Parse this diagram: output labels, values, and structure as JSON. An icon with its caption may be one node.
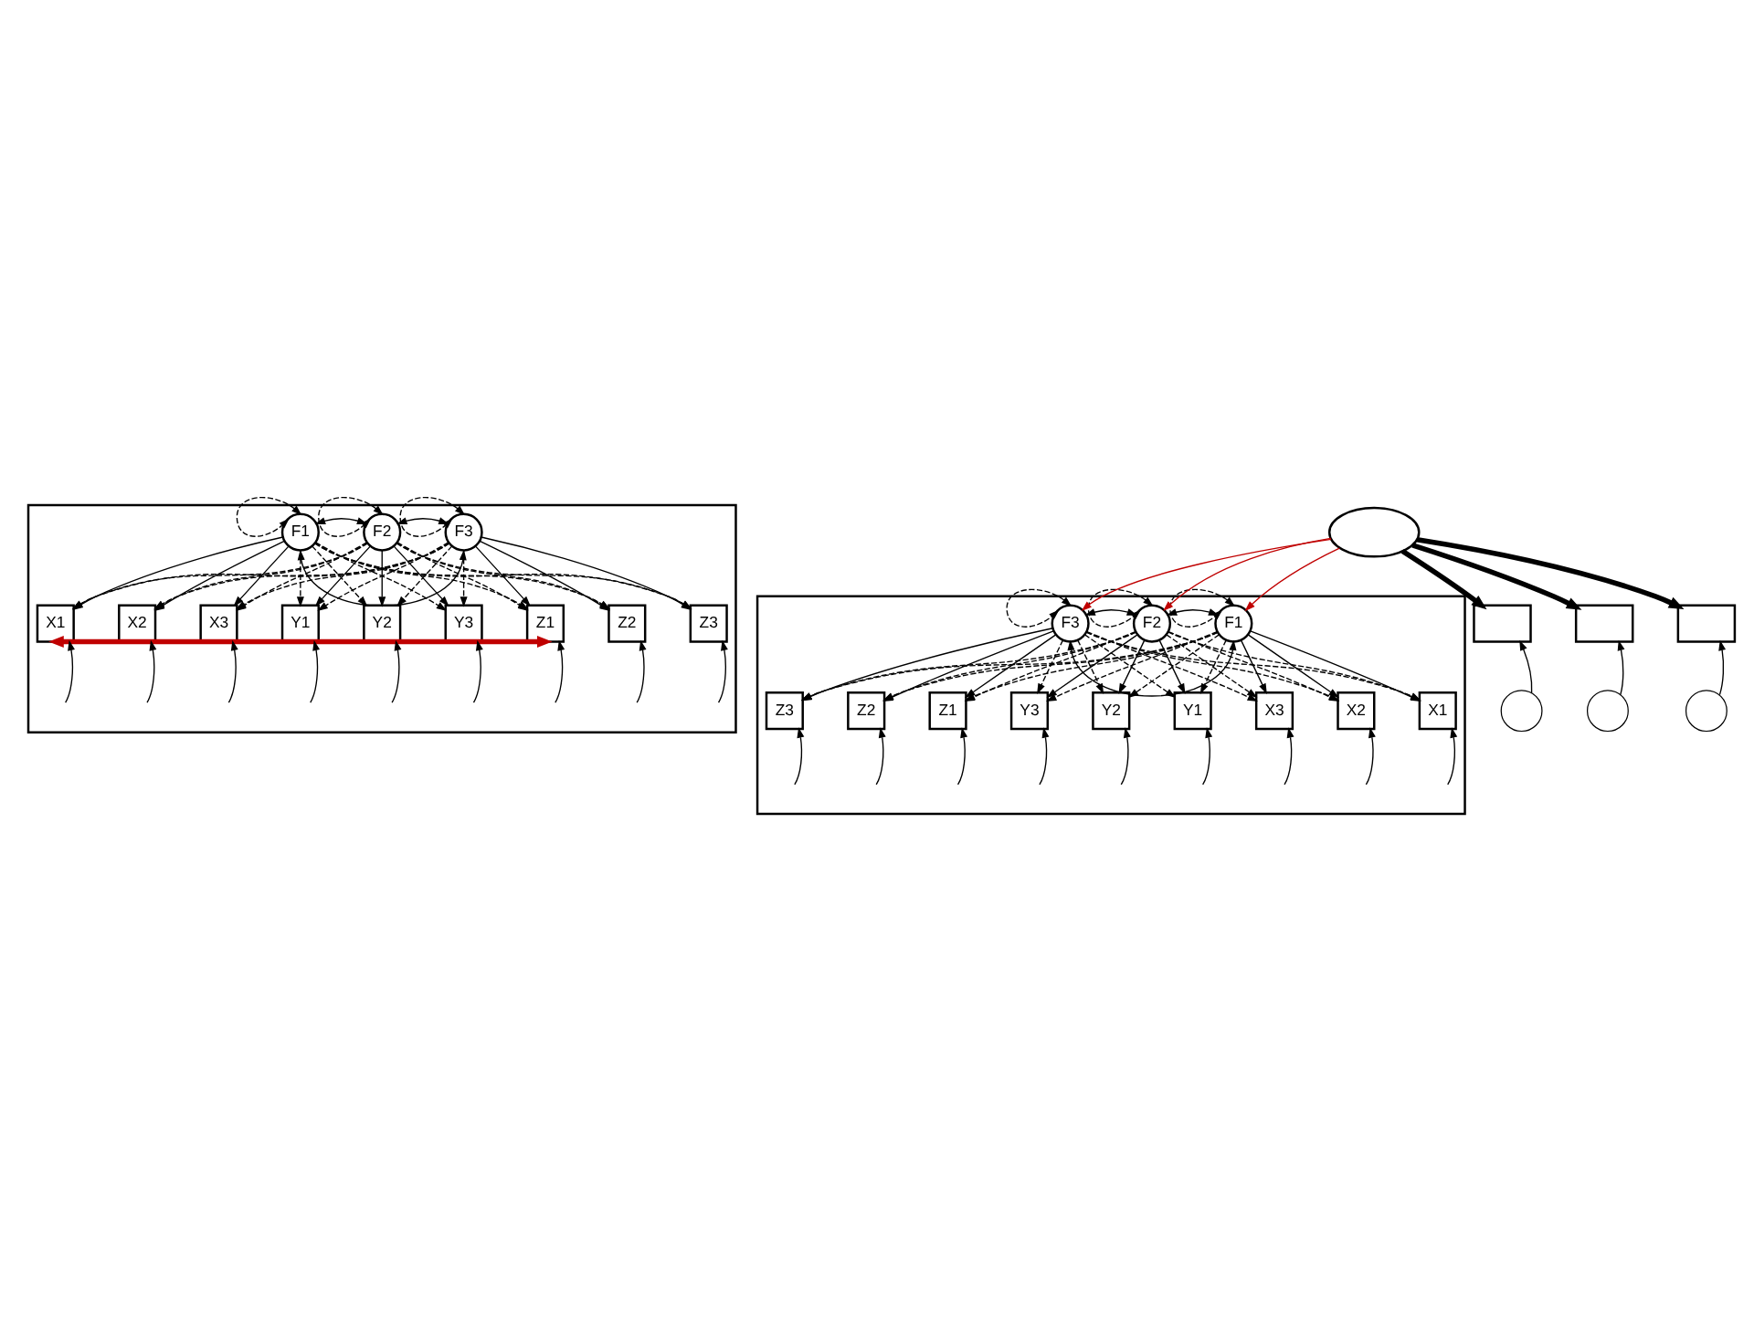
{
  "diagram": {
    "nodes": [
      {
        "text": [],
        "shape": "box"
      },
      {
        "text": [
          "F1"
        ],
        "in": 0
      },
      {
        "text": [
          "F2"
        ],
        "in": 0
      },
      {
        "text": [
          "F3"
        ],
        "in": 0
      },
      {
        "text": [
          "X1"
        ],
        "in": 0
      },
      {
        "text": [
          "X2"
        ],
        "in": 0
      },
      {
        "text": [
          "X3"
        ],
        "in": 0
      },
      {
        "text": [
          "Y1"
        ],
        "in": 0
      },
      {
        "text": [
          "Y2"
        ],
        "in": 0
      },
      {
        "text": [
          "Y3"
        ],
        "in": 0
      },
      {
        "text": [
          "Z1"
        ],
        "in": 0
      },
      {
        "text": [
          "Z2"
        ],
        "in": 0
      },
      {
        "text": [
          "Z3"
        ],
        "in": 0
      },
      {
        "text": [],
        "shape": "box"
      },
      {
        "text": [
          "F3"
        ],
        "in": 13
      },
      {
        "text": [
          "F2"
        ],
        "in": 13
      },
      {
        "text": [
          "F1"
        ],
        "in": 13
      },
      {
        "text": [
          "Z3"
        ],
        "in": 13
      },
      {
        "text": [
          "Z2"
        ],
        "in": 13
      },
      {
        "text": [
          "Z1"
        ],
        "in": 13
      },
      {
        "text": [
          "Y3"
        ],
        "in": 13
      },
      {
        "text": [
          "Y2"
        ],
        "in": 13
      },
      {
        "text": [
          "Y1"
        ],
        "in": 13
      },
      {
        "text": [
          "X3"
        ],
        "in": 13
      },
      {
        "text": [
          "X2"
        ],
        "in": 13
      },
      {
        "text": [
          "X1"
        ],
        "in": 13
      },
      {
        "text": [],
        "shape": "ellipse"
      },
      {
        "text": [],
        "shape": "box"
      },
      {
        "text": [],
        "shape": "box"
      },
      {
        "text": [],
        "shape": "box"
      },
      {
        "text": [],
        "shape": "circle"
      },
      {
        "text": [],
        "shape": "circle"
      },
      {
        "text": [],
        "shape": "circle"
      }
    ],
    "edges": [
      {
        "from": 1,
        "to": 1,
        "arrow": "both",
        "style": "dashed"
      },
      {
        "from": 2,
        "to": 2,
        "arrow": "both",
        "style": "dashed"
      },
      {
        "from": 3,
        "to": 3,
        "arrow": "both",
        "style": "dashed"
      },
      {
        "from": 1,
        "to": 2,
        "arrow": "both"
      },
      {
        "from": 2,
        "to": 3,
        "arrow": "both"
      },
      {
        "from": 1,
        "to": 3,
        "arrow": "both"
      },
      {
        "from": 1,
        "to": 4,
        "arrow": "to"
      },
      {
        "from": 1,
        "to": 5,
        "arrow": "to"
      },
      {
        "from": 1,
        "to": 6,
        "arrow": "to"
      },
      {
        "from": 1,
        "to": 7,
        "arrow": "to",
        "style": "dashed"
      },
      {
        "from": 1,
        "to": 8,
        "arrow": "to",
        "style": "dashed"
      },
      {
        "from": 1,
        "to": 9,
        "arrow": "to",
        "style": "dashed"
      },
      {
        "from": 1,
        "to": 10,
        "arrow": "to",
        "style": "dashed"
      },
      {
        "from": 1,
        "to": 11,
        "arrow": "to",
        "style": "dashed"
      },
      {
        "from": 1,
        "to": 12,
        "arrow": "to",
        "style": "dashed"
      },
      {
        "from": 2,
        "to": 4,
        "arrow": "to",
        "style": "dashed"
      },
      {
        "from": 2,
        "to": 5,
        "arrow": "to",
        "style": "dashed"
      },
      {
        "from": 2,
        "to": 6,
        "arrow": "to",
        "style": "dashed"
      },
      {
        "from": 2,
        "to": 7,
        "arrow": "to"
      },
      {
        "from": 2,
        "to": 8,
        "arrow": "to"
      },
      {
        "from": 2,
        "to": 9,
        "arrow": "to"
      },
      {
        "from": 2,
        "to": 10,
        "arrow": "to",
        "style": "dashed"
      },
      {
        "from": 2,
        "to": 11,
        "arrow": "to",
        "style": "dashed"
      },
      {
        "from": 2,
        "to": 12,
        "arrow": "to",
        "style": "dashed"
      },
      {
        "from": 3,
        "to": 4,
        "arrow": "to",
        "style": "dashed"
      },
      {
        "from": 3,
        "to": 5,
        "arrow": "to",
        "style": "dashed"
      },
      {
        "from": 3,
        "to": 6,
        "arrow": "to",
        "style": "dashed"
      },
      {
        "from": 3,
        "to": 7,
        "arrow": "to",
        "style": "dashed"
      },
      {
        "from": 3,
        "to": 8,
        "arrow": "to",
        "style": "dashed"
      },
      {
        "from": 3,
        "to": 9,
        "arrow": "to",
        "style": "dashed"
      },
      {
        "from": 3,
        "to": 10,
        "arrow": "to"
      },
      {
        "from": 3,
        "to": 11,
        "arrow": "to"
      },
      {
        "from": 3,
        "to": 12,
        "arrow": "to"
      },
      {
        "from": null,
        "to": 4,
        "arrow": "to"
      },
      {
        "from": null,
        "to": 5,
        "arrow": "to"
      },
      {
        "from": null,
        "to": 6,
        "arrow": "to"
      },
      {
        "from": null,
        "to": 7,
        "arrow": "to"
      },
      {
        "from": null,
        "to": 8,
        "arrow": "to"
      },
      {
        "from": null,
        "to": 9,
        "arrow": "to"
      },
      {
        "from": null,
        "to": 10,
        "arrow": "to"
      },
      {
        "from": null,
        "to": 11,
        "arrow": "to"
      },
      {
        "from": null,
        "to": 12,
        "arrow": "to"
      },
      {
        "from": 4,
        "to": 10,
        "arrow": "both",
        "style": "thick",
        "color": "#c00000"
      },
      {
        "from": 14,
        "to": 14,
        "arrow": "both",
        "style": "dashed"
      },
      {
        "from": 15,
        "to": 15,
        "arrow": "both",
        "style": "dashed"
      },
      {
        "from": 16,
        "to": 16,
        "arrow": "both",
        "style": "dashed"
      },
      {
        "from": 14,
        "to": 15,
        "arrow": "both"
      },
      {
        "from": 15,
        "to": 16,
        "arrow": "both"
      },
      {
        "from": 14,
        "to": 16,
        "arrow": "both"
      },
      {
        "from": 14,
        "to": 17,
        "arrow": "to"
      },
      {
        "from": 14,
        "to": 18,
        "arrow": "to"
      },
      {
        "from": 14,
        "to": 19,
        "arrow": "to"
      },
      {
        "from": 14,
        "to": 20,
        "arrow": "to",
        "style": "dashed"
      },
      {
        "from": 14,
        "to": 21,
        "arrow": "to",
        "style": "dashed"
      },
      {
        "from": 14,
        "to": 22,
        "arrow": "to",
        "style": "dashed"
      },
      {
        "from": 14,
        "to": 23,
        "arrow": "to",
        "style": "dashed"
      },
      {
        "from": 14,
        "to": 24,
        "arrow": "to",
        "style": "dashed"
      },
      {
        "from": 14,
        "to": 25,
        "arrow": "to",
        "style": "dashed"
      },
      {
        "from": 15,
        "to": 17,
        "arrow": "to",
        "style": "dashed"
      },
      {
        "from": 15,
        "to": 18,
        "arrow": "to",
        "style": "dashed"
      },
      {
        "from": 15,
        "to": 19,
        "arrow": "to",
        "style": "dashed"
      },
      {
        "from": 15,
        "to": 20,
        "arrow": "to"
      },
      {
        "from": 15,
        "to": 21,
        "arrow": "to"
      },
      {
        "from": 15,
        "to": 22,
        "arrow": "to"
      },
      {
        "from": 15,
        "to": 23,
        "arrow": "to",
        "style": "dashed"
      },
      {
        "from": 15,
        "to": 24,
        "arrow": "to",
        "style": "dashed"
      },
      {
        "from": 15,
        "to": 25,
        "arrow": "to",
        "style": "dashed"
      },
      {
        "from": 16,
        "to": 17,
        "arrow": "to",
        "style": "dashed"
      },
      {
        "from": 16,
        "to": 18,
        "arrow": "to",
        "style": "dashed"
      },
      {
        "from": 16,
        "to": 19,
        "arrow": "to",
        "style": "dashed"
      },
      {
        "from": 16,
        "to": 20,
        "arrow": "to",
        "style": "dashed"
      },
      {
        "from": 16,
        "to": 21,
        "arrow": "to",
        "style": "dashed"
      },
      {
        "from": 16,
        "to": 22,
        "arrow": "to",
        "style": "dashed"
      },
      {
        "from": 16,
        "to": 23,
        "arrow": "to"
      },
      {
        "from": 16,
        "to": 24,
        "arrow": "to"
      },
      {
        "from": 16,
        "to": 25,
        "arrow": "to"
      },
      {
        "from": null,
        "to": 17,
        "arrow": "to"
      },
      {
        "from": null,
        "to": 18,
        "arrow": "to"
      },
      {
        "from": null,
        "to": 19,
        "arrow": "to"
      },
      {
        "from": null,
        "to": 20,
        "arrow": "to"
      },
      {
        "from": null,
        "to": 21,
        "arrow": "to"
      },
      {
        "from": null,
        "to": 22,
        "arrow": "to"
      },
      {
        "from": null,
        "to": 23,
        "arrow": "to"
      },
      {
        "from": null,
        "to": 24,
        "arrow": "to"
      },
      {
        "from": null,
        "to": 25,
        "arrow": "to"
      },
      {
        "from": 26,
        "to": 27,
        "arrow": "to",
        "style": "thick"
      },
      {
        "from": 26,
        "to": 28,
        "arrow": "to",
        "style": "thick"
      },
      {
        "from": 26,
        "to": 29,
        "arrow": "to",
        "style": "thick"
      },
      {
        "from": 30,
        "to": 27,
        "arrow": "to"
      },
      {
        "from": 31,
        "to": 28,
        "arrow": "to"
      },
      {
        "from": 32,
        "to": 29,
        "arrow": "to"
      },
      {
        "from": 26,
        "to": 14,
        "arrow": "to",
        "color": "#c00000"
      },
      {
        "from": 26,
        "to": 15,
        "arrow": "to",
        "color": "#c00000"
      },
      {
        "from": 26,
        "to": 16,
        "arrow": "to",
        "color": "#c00000"
      }
    ]
  }
}
